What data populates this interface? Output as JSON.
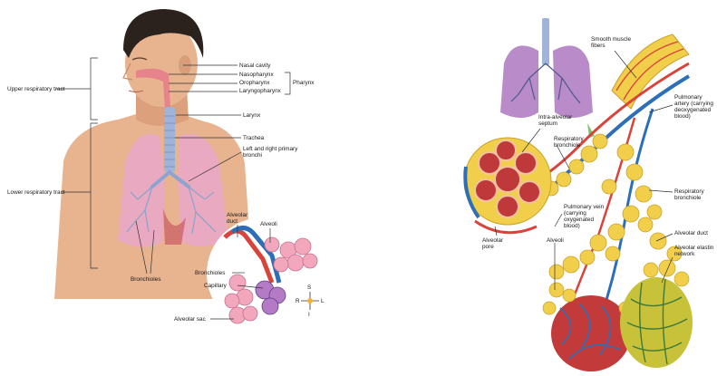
{
  "left_figure": {
    "labels": {
      "upper_tract": "Upper respiratory tract",
      "lower_tract": "Lower respiratory tract",
      "nasal_cavity": "Nasal cavity",
      "nasopharynx": "Nasopharynx",
      "oropharynx": "Oropharynx",
      "laryngopharynx": "Laryngopharynx",
      "pharynx": "Pharynx",
      "larynx": "Larynx",
      "trachea": "Trachea",
      "primary_bronchi": "Left and right primary bronchi",
      "bronchioles_lung": "Bronchioles",
      "alveolar_duct": "Alveolar duct",
      "alveoli": "Alveoli",
      "bronchioles_inset": "Bronchioles",
      "capillary": "Capillary",
      "alveolar_sac": "Alveolar sac"
    },
    "compass": {
      "s": "S",
      "r": "R",
      "l": "L",
      "i": "I"
    }
  },
  "right_figure": {
    "labels": {
      "smooth_muscle": "Smooth muscle fibers",
      "pulmonary_artery": "Pulmonary artery (carrying deoxygenated blood)",
      "intra_alveolar_septum": "Intra-alveolar septum",
      "respiratory_bronchiole_top": "Respiratory bronchiole",
      "respiratory_bronchiole_right": "Respiratory bronchiole",
      "pulmonary_vein": "Pulmonary vein (carrying oxygenated blood)",
      "alveolar_pore": "Alveolar pore",
      "alveoli": "Alveoli",
      "alveolar_duct": "Alveolar duct",
      "alveolar_elastin": "Alveolar elastin network"
    }
  },
  "colors": {
    "skin": "#e8b38f",
    "lung_pink": "#e9a9c0",
    "lung_purple": "#b98bc9",
    "airway_blue": "#9fb4d8",
    "artery_blue": "#2d6fb7",
    "vein_red": "#d9433a",
    "alveoli_yellow": "#f2cf4a",
    "alveoli_green": "#9fbd3e"
  }
}
